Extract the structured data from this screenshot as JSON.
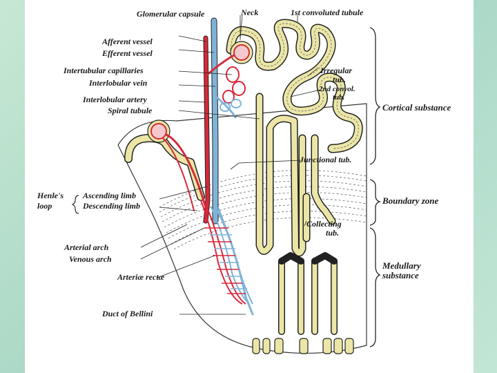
{
  "labels": {
    "glomerular_capsule": "Glomerular capsule",
    "neck": "Neck",
    "first_convoluted_tubule": "1st convoluted tubule",
    "afferent_vessel": "Afferent vessel",
    "efferent_vessel": "Efferent vessel",
    "intertubular_capillaries": "Intertubular capillaries",
    "interlobular_vein": "Interlobular vein",
    "interlobular_artery": "Interlobular artery",
    "spiral_tubule": "Spiral tubule",
    "irregular_tub_1": "Irregular",
    "irregular_tub_2": "tub.",
    "second_convol_1": "2nd convol.",
    "second_convol_2": "tub.",
    "cortical_substance": "Cortical substance",
    "junctional_tub": "Junctional tub.",
    "henles": "Henle's",
    "loop": "loop",
    "ascending_limb": "Ascending limb",
    "descending_limb": "Descending limb",
    "boundary_zone": "Boundary zone",
    "collecting_1": "Collecting",
    "collecting_2": "tub.",
    "arterial_arch": "Arterial arch",
    "venous_arch": "Venous arch",
    "arteriae_rectae": "Arteriæ rectæ",
    "medullary_1": "Medullary",
    "medullary_2": "substance",
    "duct_of_bellini": "Duct of Bellini"
  },
  "colors": {
    "artery": "#d8283a",
    "vein": "#7fb4d8",
    "tubule": "#ebe6a6",
    "ink": "#222222"
  }
}
